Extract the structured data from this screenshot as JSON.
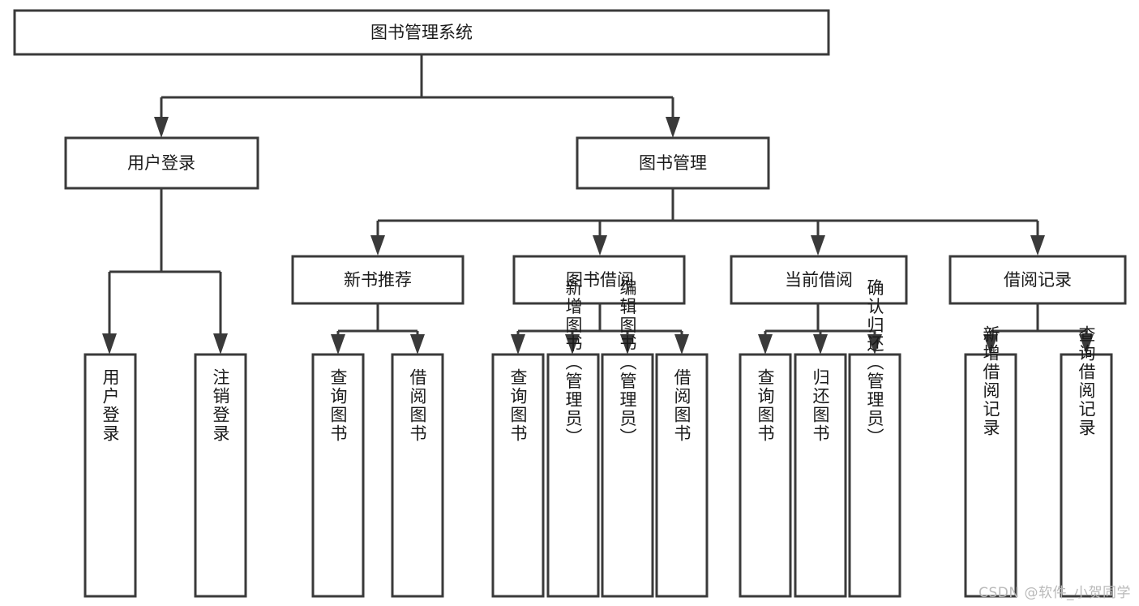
{
  "diagram": {
    "type": "hierarchy-tree",
    "title": "图书管理系统",
    "watermark": "CSDN @软件_小贺同学",
    "levels": {
      "level1_label": "图书管理系统",
      "level2": [
        "用户登录",
        "图书管理"
      ],
      "level3": [
        "新书推荐",
        "图书借阅",
        "当前借阅",
        "借阅记录"
      ]
    },
    "nodes": {
      "root": {
        "label": "图书管理系统"
      },
      "user_login": {
        "label": "用户登录"
      },
      "book_manage": {
        "label": "图书管理"
      },
      "new_book_rec": {
        "label": "新书推荐"
      },
      "book_borrow": {
        "label": "图书借阅"
      },
      "current_borrow": {
        "label": "当前借阅"
      },
      "borrow_record": {
        "label": "借阅记录"
      },
      "leaf_user_login": {
        "label": "用户登录"
      },
      "leaf_user_logout": {
        "label": "注销登录"
      },
      "leaf_rec_query_book": {
        "label": "查询图书"
      },
      "leaf_rec_borrow_book": {
        "label": "借阅图书"
      },
      "leaf_borrow_query_book": {
        "label": "查询图书"
      },
      "leaf_borrow_add_book": {
        "label": "新增图书（管理员）"
      },
      "leaf_borrow_edit_book": {
        "label": "编辑图书（管理员）"
      },
      "leaf_borrow_lend_book": {
        "label": "借阅图书"
      },
      "leaf_cur_query_book": {
        "label": "查询图书"
      },
      "leaf_cur_return_book": {
        "label": "归还图书"
      },
      "leaf_cur_confirm_return": {
        "label": "确认归还（管理员）"
      },
      "leaf_rec_add_record": {
        "label": "新增借阅记录"
      },
      "leaf_rec_query_record": {
        "label": "查询借阅记录"
      }
    },
    "colors": {
      "box_fill": "#ffffff",
      "box_stroke": "#3a3a3a",
      "text": "#1a1a1a",
      "watermark": "#b9b9b9",
      "background": "#ffffff"
    }
  }
}
